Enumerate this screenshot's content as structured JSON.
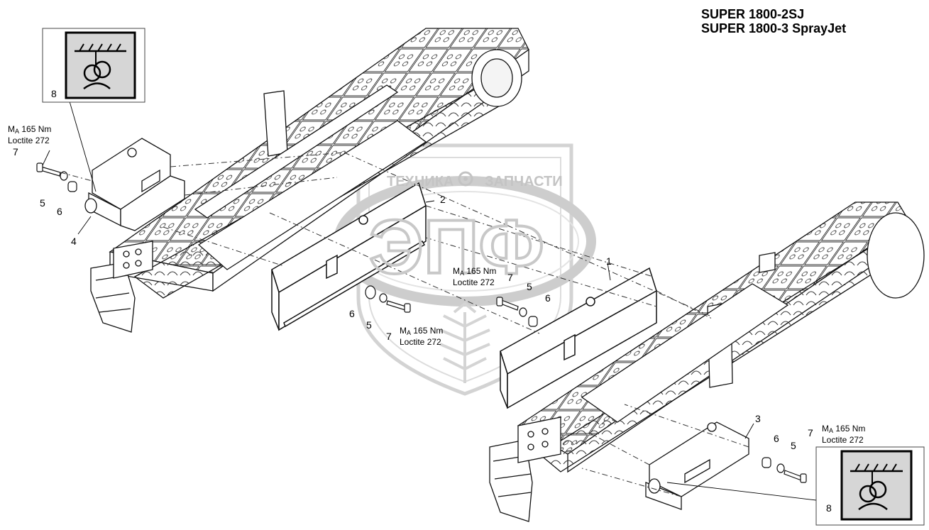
{
  "title": {
    "line1": "SUPER 1800-2SJ",
    "line2": "SUPER 1800-3 SprayJet"
  },
  "watermark": {
    "top_text_left": "ТЕХНИКА",
    "top_text_right": "ЗАПЧАСТИ",
    "logo": "ЭПФ"
  },
  "callouts": {
    "c1": "1",
    "c2": "2",
    "c3": "3",
    "c4": "4",
    "c5a": "5",
    "c5b": "5",
    "c5c": "5",
    "c5d": "5",
    "c6a": "6",
    "c6b": "6",
    "c6c": "6",
    "c6d": "6",
    "c7a": "7",
    "c7b": "7",
    "c7c": "7",
    "c7d": "7",
    "c8a": "8",
    "c8b": "8"
  },
  "torque": {
    "prefix": "M",
    "sub": "A",
    "value": "165 Nm",
    "adhesive": "Loctite 272"
  }
}
